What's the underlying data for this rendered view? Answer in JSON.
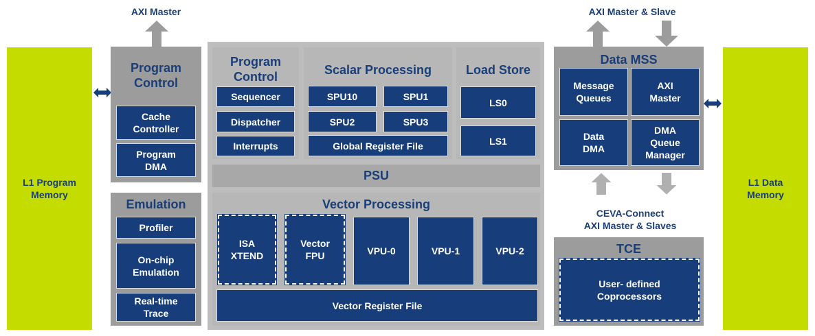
{
  "l1_program": "L1 Program\nMemory",
  "l1_data": "L1 Data\nMemory",
  "axi_master_label": "AXI Master",
  "axi_ms_label": "AXI Master & Slave",
  "ceva_label": "CEVA-Connect\nAXI Master & Slaves",
  "program_control_left": {
    "title": "Program\nControl",
    "items": [
      "Cache\nController",
      "Program\nDMA"
    ]
  },
  "emulation": {
    "title": "Emulation",
    "items": [
      "Profiler",
      "On-chip\nEmulation",
      "Real-time\nTrace"
    ]
  },
  "core": {
    "program_control": {
      "title": "Program\nControl",
      "items": [
        "Sequencer",
        "Dispatcher",
        "Interrupts"
      ]
    },
    "scalar": {
      "title": "Scalar Processing",
      "items": [
        "SPU10",
        "SPU1",
        "SPU2",
        "SPU3"
      ],
      "grf": "Global Register File"
    },
    "load_store": {
      "title": "Load Store",
      "items": [
        "LS0",
        "LS1"
      ]
    },
    "psu": "PSU",
    "vector": {
      "title": "Vector Processing",
      "items": [
        "ISA\nXTEND",
        "Vector\nFPU",
        "VPU-0",
        "VPU-1",
        "VPU-2"
      ],
      "vrf": "Vector Register File"
    }
  },
  "data_mss": {
    "title": "Data MSS",
    "items": [
      "Message\nQueues",
      "AXI\nMaster",
      "Data\nDMA",
      "DMA\nQueue\nManager"
    ]
  },
  "tce": {
    "title": "TCE",
    "item": "User- defined\nCoprocessors"
  }
}
